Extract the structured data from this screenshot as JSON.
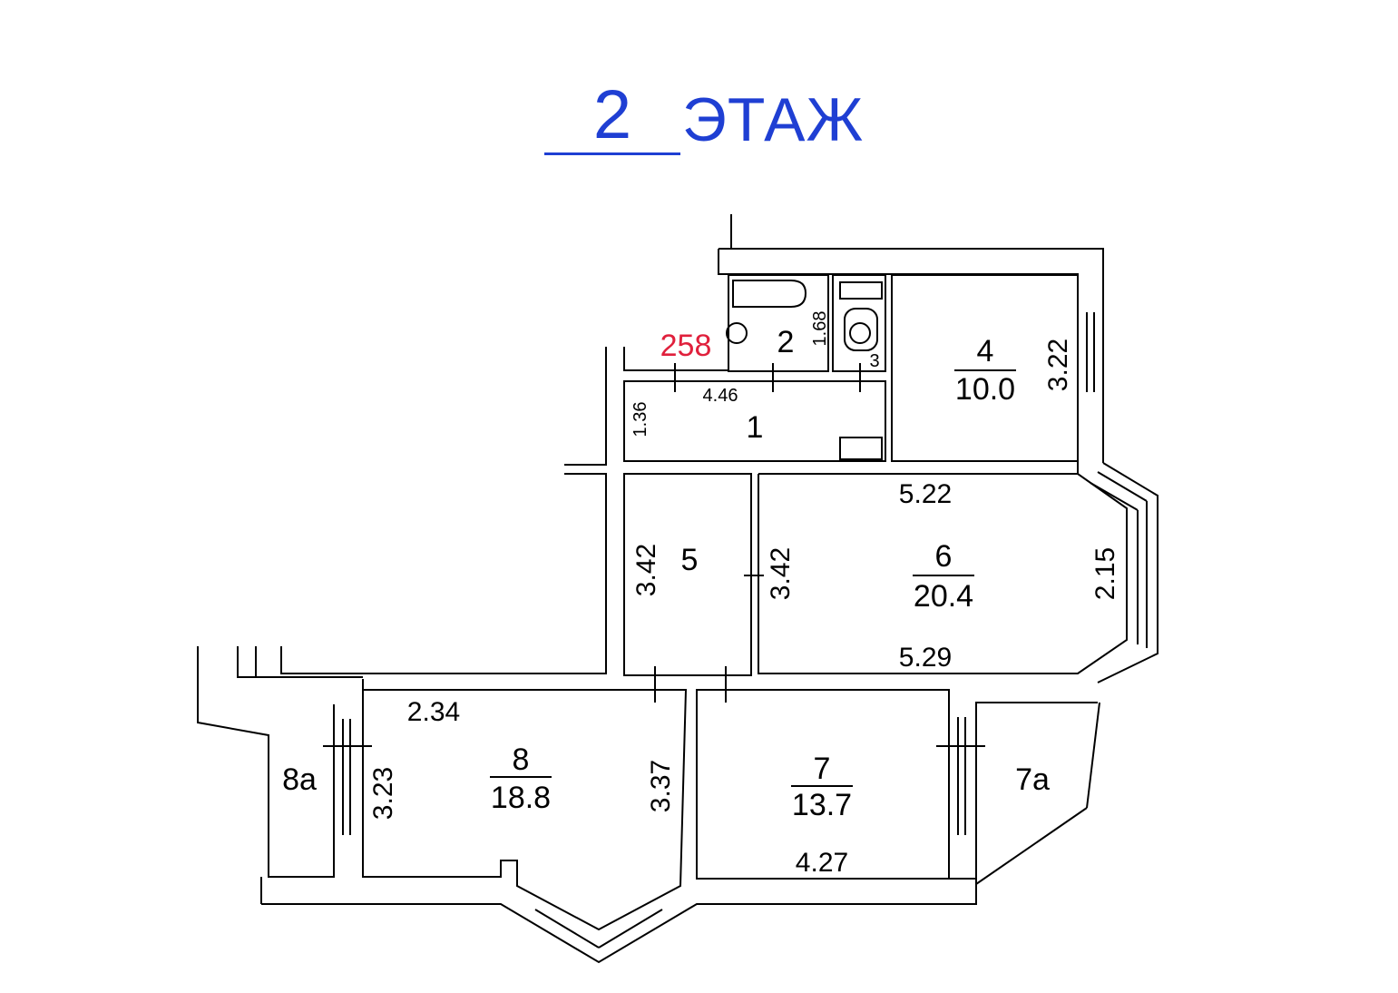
{
  "floor": {
    "number": "2",
    "word": "ЭТАЖ"
  },
  "apartment_number": "258",
  "colors": {
    "heading": "#1f3fd3",
    "apartment_number": "#e0203c",
    "walls": "#000000"
  },
  "rooms": [
    {
      "id": "1",
      "area": ""
    },
    {
      "id": "2",
      "area": ""
    },
    {
      "id": "3",
      "area": ""
    },
    {
      "id": "4",
      "area": "10.0"
    },
    {
      "id": "5",
      "area": ""
    },
    {
      "id": "6",
      "area": "20.4"
    },
    {
      "id": "7",
      "area": "13.7"
    },
    {
      "id": "7а",
      "area": ""
    },
    {
      "id": "8",
      "area": "18.8"
    },
    {
      "id": "8а",
      "area": ""
    }
  ],
  "dimensions": {
    "room1_length": "4.46",
    "room1_width": "1.36",
    "room2_width": "1.68",
    "room4_width": "3.22",
    "room5_length": "3.42",
    "room6_left": "3.42",
    "room6_top": "5.22",
    "room6_bottom": "5.29",
    "room6_bay": "2.15",
    "room7_bottom": "4.27",
    "room8_top": "2.34",
    "room8_left": "3.23",
    "room8_right": "3.37"
  }
}
